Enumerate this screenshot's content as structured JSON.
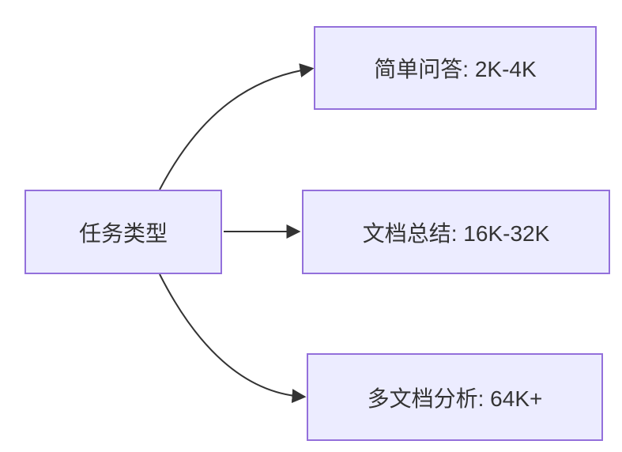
{
  "diagram": {
    "type": "flowchart",
    "direction": "LR",
    "nodes": [
      {
        "id": "task-type",
        "label": "任务类型"
      },
      {
        "id": "simple-qa",
        "label": "简单问答: 2K-4K"
      },
      {
        "id": "doc-summary",
        "label": "文档总结: 16K-32K"
      },
      {
        "id": "multi-doc-analysis",
        "label": "多文档分析: 64K+"
      }
    ],
    "edges": [
      {
        "from": "task-type",
        "to": "simple-qa"
      },
      {
        "from": "task-type",
        "to": "doc-summary"
      },
      {
        "from": "task-type",
        "to": "multi-doc-analysis"
      }
    ],
    "colors": {
      "node_fill": "#ECECFF",
      "node_border": "#9370DB",
      "edge_stroke": "#333333",
      "text": "#333333",
      "background": "#FFFFFF"
    }
  }
}
